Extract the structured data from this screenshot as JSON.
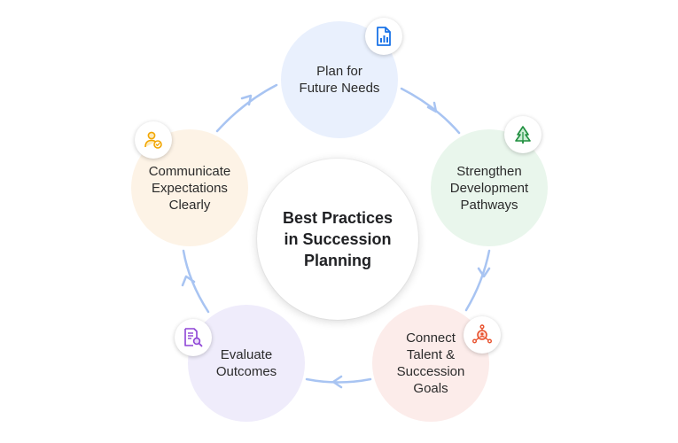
{
  "center": {
    "title": "Best Practices\nin Succession\nPlanning"
  },
  "steps": [
    {
      "label": "Plan for\nFuture Needs",
      "icon": "document-chart-icon",
      "color": "#e9f0fd"
    },
    {
      "label": "Strengthen\nDevelopment\nPathways",
      "icon": "pine-tree-icon",
      "color": "#e9f6ec"
    },
    {
      "label": "Connect\nTalent &\nSuccession\nGoals",
      "icon": "network-hub-icon",
      "color": "#fcecea"
    },
    {
      "label": "Evaluate\nOutcomes",
      "icon": "document-search-icon",
      "color": "#efecfb"
    },
    {
      "label": "Communicate\nExpectations\nClearly",
      "icon": "user-check-icon",
      "color": "#fdf3e6"
    }
  ],
  "colors": {
    "arrow": "#a8c4f2",
    "plan_icon": "#1a73e8",
    "strengthen_icon": "#1e8e3e",
    "connect_icon": "#e8512d",
    "evaluate_icon": "#8e44d6",
    "communicate_icon": "#f2a600"
  }
}
